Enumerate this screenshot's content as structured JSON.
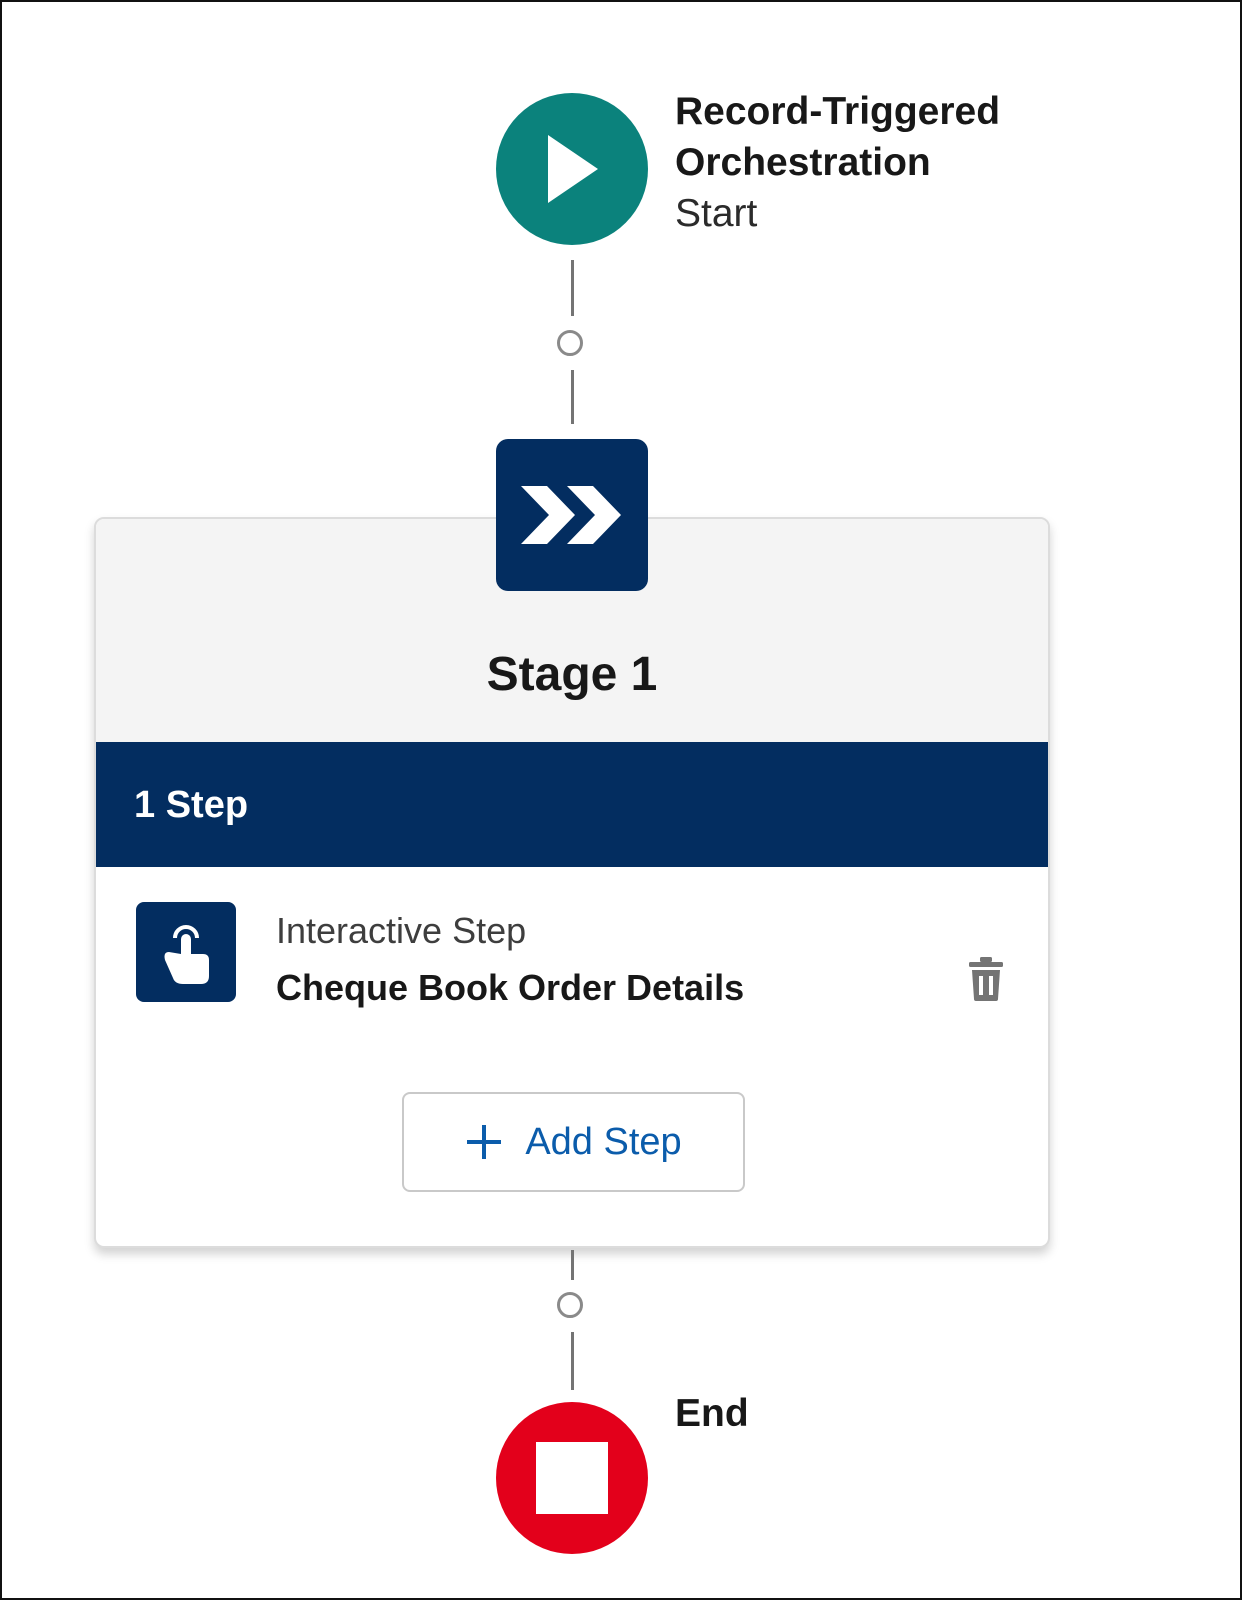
{
  "start": {
    "title_line1": "Record-Triggered",
    "title_line2": "Orchestration",
    "subtitle": "Start",
    "color": "#0b827c",
    "icon": "play-icon"
  },
  "stage": {
    "title": "Stage 1",
    "step_count_label": "1 Step",
    "icon": "chevrons-right-icon",
    "band_color": "#032d60",
    "steps": [
      {
        "type": "Interactive Step",
        "name": "Cheque Book Order Details",
        "icon": "touch-hand-icon"
      }
    ],
    "add_step_label": "Add Step"
  },
  "end": {
    "label": "End",
    "color": "#e3001b",
    "icon": "stop-icon"
  }
}
